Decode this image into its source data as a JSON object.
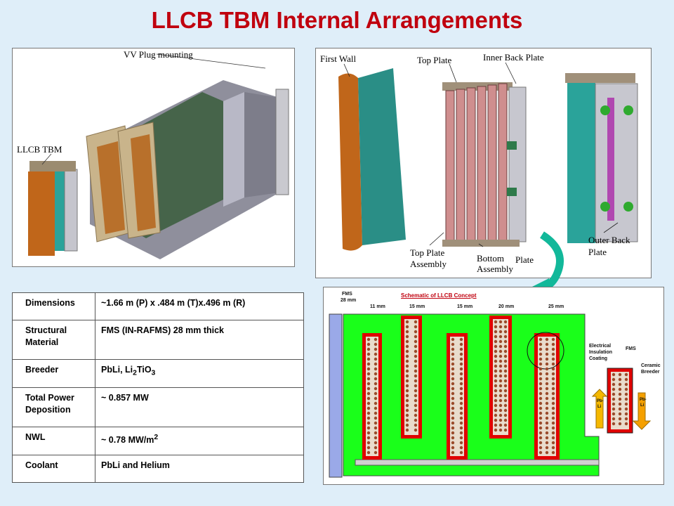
{
  "title": "LLCB TBM Internal Arrangements",
  "left_view": {
    "label_vv": "VV Plug mounting",
    "label_llcb": "LLCB TBM"
  },
  "right_view": {
    "first_wall": "First Wall",
    "top_plate": "Top Plate",
    "inner_back_plate": "Inner Back Plate",
    "top_plate_assembly_1": "Top Plate",
    "top_plate_assembly_2": "Assembly",
    "bottom_plate_assembly_1": "Bottom",
    "bottom_plate_assembly_2": "Plate",
    "bottom_plate_assembly_3": "Assembly",
    "outer_back_plate_1": "Outer Back",
    "outer_back_plate_2": "Plate"
  },
  "schematic": {
    "title": "Schematic  of  LLCB Concept",
    "fms_label_1": "FMS",
    "fms_label_2": "28 mm",
    "dims": [
      "11 mm",
      "15 mm",
      "15 mm",
      "20 mm",
      "25 mm"
    ],
    "eic_1": "Electrical",
    "eic_2": "Insulation",
    "eic_3": "Coating",
    "fms_right": "FMS",
    "ceramic_1": "Ceramic",
    "ceramic_2": "Breeder",
    "pbli_1": "Pb-",
    "pbli_2": "Li"
  },
  "specs": [
    {
      "key": "Dimensions",
      "value": "~1.66 m (P) x .484 m (T)x.496 m (R)"
    },
    {
      "key": "Structural Material",
      "value": "FMS  (IN-RAFMS) 28 mm thick"
    },
    {
      "key": "Breeder",
      "value_main": "PbLi, Li",
      "sub1": "2",
      "value_mid": "TiO",
      "sub2": "3"
    },
    {
      "key": "Total Power Deposition",
      "value": "~ 0.857 MW"
    },
    {
      "key": "NWL",
      "value_main": "~ 0.78 MW/m",
      "sup": "2"
    },
    {
      "key": "Coolant",
      "value": "PbLi and Helium"
    }
  ],
  "colors": {
    "title": "#c0000e",
    "background": "#dfeef9",
    "green": "#1aff1a",
    "red": "#e00000",
    "teal": "#2aa39a",
    "orange": "#c86a10"
  }
}
